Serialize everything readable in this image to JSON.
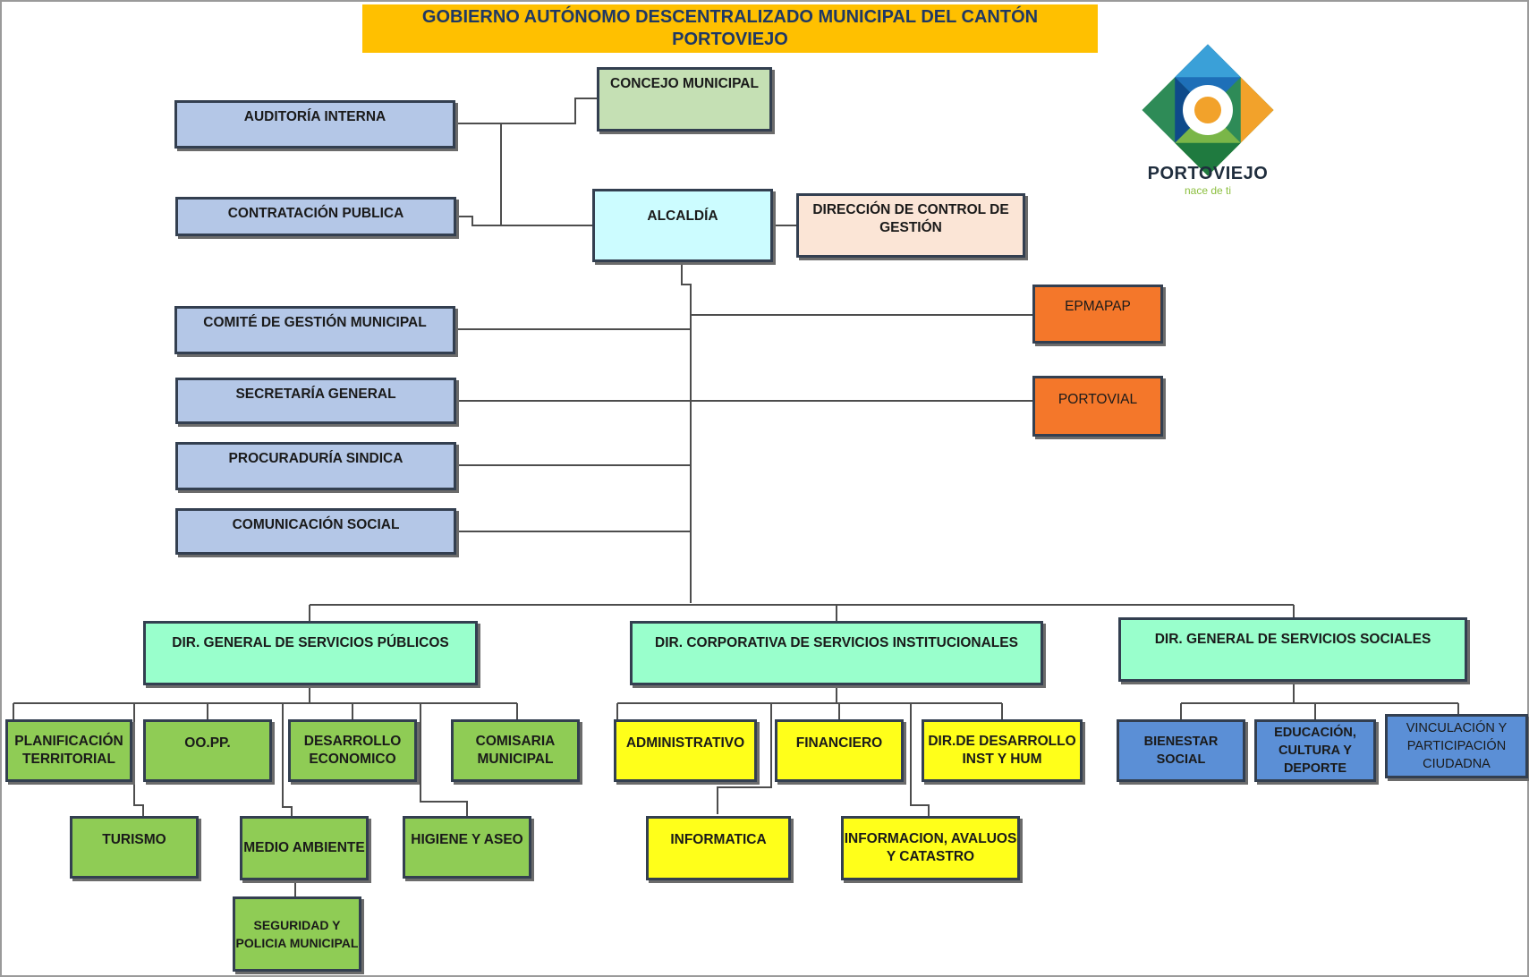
{
  "title": {
    "line1": "GOBIERNO AUTÓNOMO DESCENTRALIZADO MUNICIPAL DEL CANTÓN",
    "line2": "PORTOVIEJO"
  },
  "logo": {
    "name": "PORTOVIEJO",
    "tagline": "nace de ti",
    "icon": "portoviejo-logo-icon"
  },
  "colors": {
    "banner": "#ffc000",
    "staff": "#b4c7e7",
    "concejo": "#c5e0b4",
    "alcaldia": "#ccfcff",
    "control": "#fbe5d6",
    "empresas": "#f4772a",
    "direcciones": "#99ffcc",
    "publicos": "#8fcc55",
    "institucionales": "#ffff1a",
    "sociales": "#5b8fd6"
  },
  "nodes": {
    "concejo": "CONCEJO MUNICIPAL",
    "auditoria": "AUDITORÍA INTERNA",
    "contratacion": "CONTRATACIÓN PUBLICA",
    "alcaldia": "ALCALDÍA",
    "control": "DIRECCIÓN DE CONTROL DE GESTIÓN",
    "comite": "COMITÉ DE GESTIÓN MUNICIPAL",
    "secretaria": "SECRETARÍA GENERAL",
    "procuraduria": "PROCURADURÍA SINDICA",
    "comunicacion": "COMUNICACIÓN SOCIAL",
    "epmapap": "EPMAPAP",
    "portovial": "PORTOVIAL",
    "dir_publicos": "DIR. GENERAL DE SERVICIOS PÚBLICOS",
    "dir_institucionales": "DIR. CORPORATIVA DE SERVICIOS INSTITUCIONALES",
    "dir_sociales": "DIR. GENERAL DE SERVICIOS SOCIALES",
    "planificacion": "PLANIFICACIÓN TERRITORIAL",
    "oopp": "OO.PP.",
    "desarrollo_economico": "DESARROLLO ECONOMICO",
    "comisaria": "COMISARIA MUNICIPAL",
    "turismo": "TURISMO",
    "medio_ambiente": "MEDIO AMBIENTE",
    "higiene": "HIGIENE Y ASEO",
    "seguridad": "SEGURIDAD Y POLICIA MUNICIPAL",
    "administrativo": "ADMINISTRATIVO",
    "financiero": "FINANCIERO",
    "desarrollo_inst": "DIR.DE DESARROLLO INST Y HUM",
    "informatica": "INFORMATICA",
    "informacion": "INFORMACION, AVALUOS Y CATASTRO",
    "bienestar": "BIENESTAR SOCIAL",
    "educacion": "EDUCACIÓN, CULTURA Y DEPORTE",
    "vinculacion": "VINCULACIÓN Y PARTICIPACIÓN CIUDADNA"
  }
}
